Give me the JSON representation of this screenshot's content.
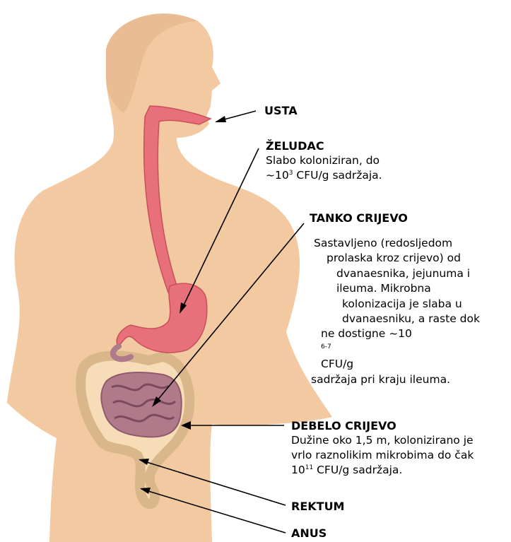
{
  "labels": {
    "usta": {
      "title": "USTA"
    },
    "zeludac": {
      "title": "ŽELUDAC",
      "line1": "Slabo koloniziran, do",
      "line2_pre": "~10",
      "line2_sup": "3",
      "line2_post": " CFU/g sadržaja."
    },
    "tanko": {
      "title": "TANKO CRIJEVO",
      "lines": [
        "Sastavljeno (redosljedom",
        "prolaska kroz crijevo) od",
        "dvanaesnika, jejunuma i",
        "ileuma. Mikrobna",
        "kolonizacija je slaba u",
        "dvanaesniku, a raste dok"
      ],
      "line7_pre": "ne dostigne ~10",
      "line7_sup": "6-7",
      "line7_post": " CFU/g",
      "line8": "sadržaja pri kraju ileuma."
    },
    "debelo": {
      "title": "DEBELO CRIJEVO",
      "line1": "Dužine oko 1,5 m, kolonizirano je",
      "line2": "vrlo raznolikim mikrobima do čak",
      "line3_pre": "10",
      "line3_sup": "11",
      "line3_post": " CFU/g sadržaja."
    },
    "rektum": {
      "title": "REKTUM"
    },
    "anus": {
      "title": "ANUS"
    }
  },
  "colors": {
    "skin": "#f2c9a0",
    "skin_shadow": "#e4b48a",
    "tract": "#e8707a",
    "tract_dark": "#c9505b",
    "small_intestine": "#b07a8a",
    "colon": "#f6ddb7",
    "colon_outline": "#d9b78b"
  }
}
